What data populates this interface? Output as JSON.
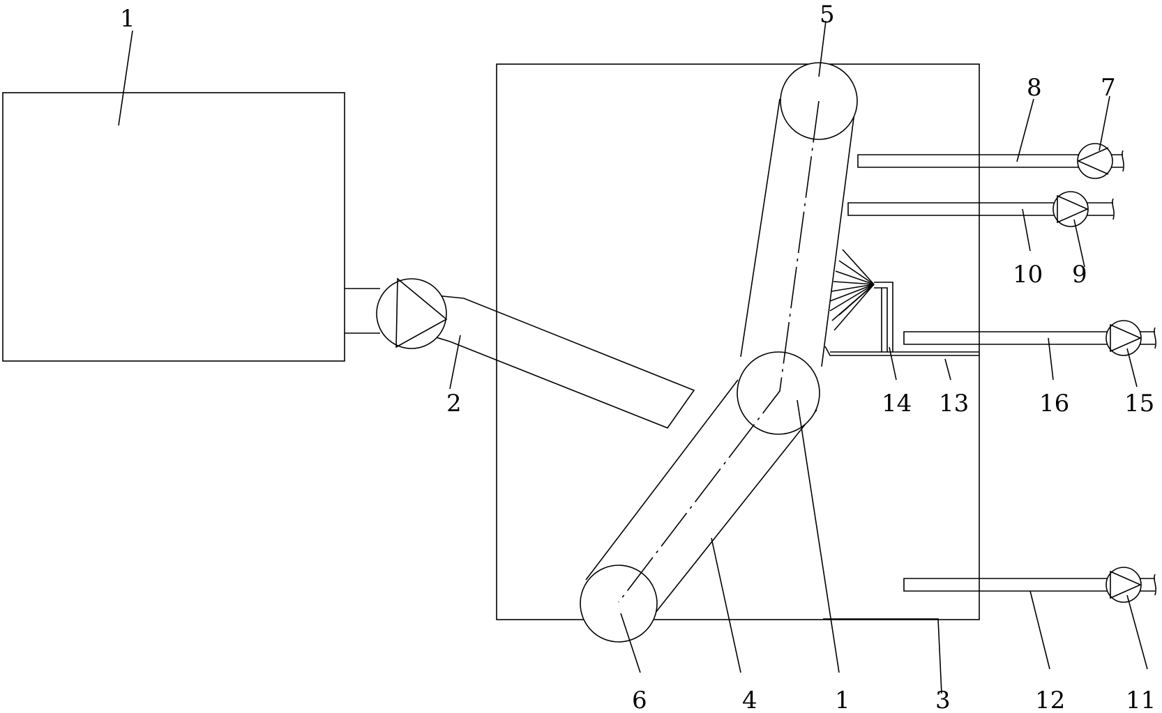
{
  "labels": {
    "tank_top": "1",
    "inlet_pipe": "2",
    "chamber": "3",
    "belt": "4",
    "top_roller": "5",
    "bottom_roller": "6",
    "pump_a": "7",
    "pipe_a": "8",
    "pump_b": "9",
    "pipe_b": "10",
    "pump_d": "11",
    "pipe_d": "12",
    "trough": "13",
    "nozzle_support": "14",
    "pump_c": "15",
    "pipe_c": "16",
    "middle_roller": "1",
    "chamber_bottom": "3"
  },
  "colors": {
    "line": "#000000",
    "background": "#ffffff"
  }
}
